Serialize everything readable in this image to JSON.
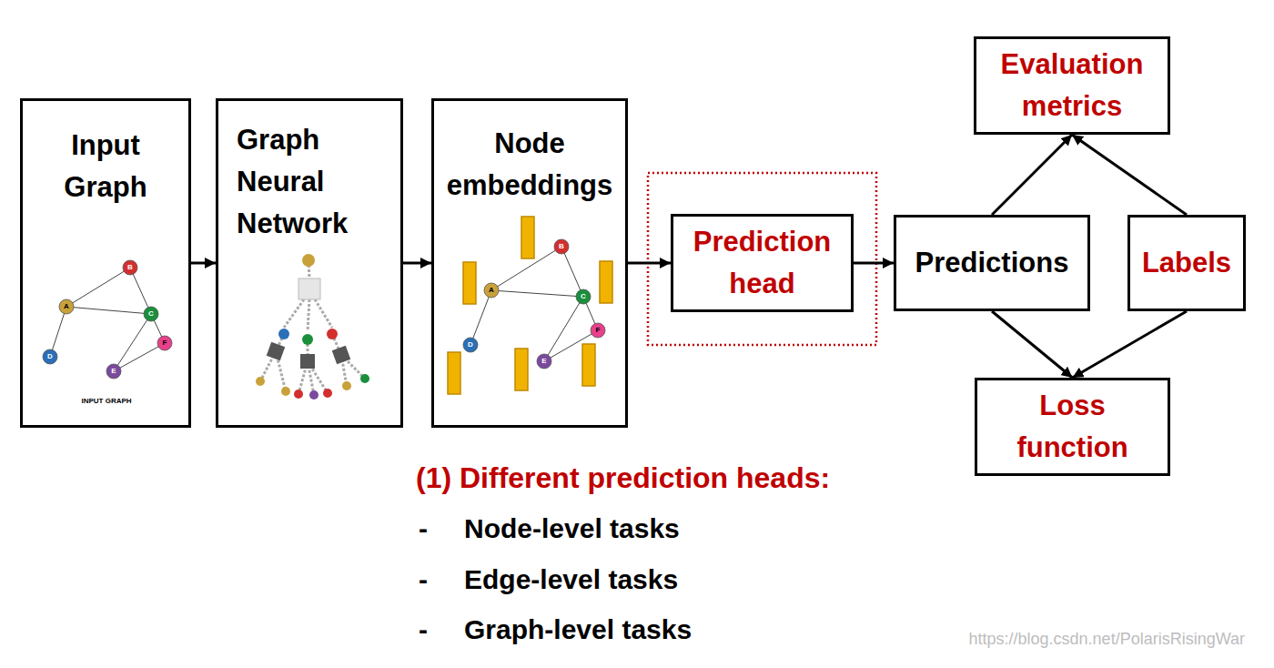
{
  "diagram": {
    "nodes": [
      {
        "text": [
          "Input Graph"
        ]
      },
      {
        "text": [
          "Graph Neural Network"
        ]
      },
      {
        "text": [
          "Node embeddings"
        ]
      },
      {
        "text": [
          "Prediction head"
        ]
      },
      {
        "text": [
          "Evaluation metrics"
        ]
      },
      {
        "text": [
          "Predictions"
        ]
      },
      {
        "text": [
          "Labels"
        ]
      },
      {
        "text": [
          "Loss function"
        ]
      }
    ],
    "edges": [
      {
        "from": 0,
        "to": 1,
        "arrow": "to"
      },
      {
        "from": 1,
        "to": 2,
        "arrow": "to"
      },
      {
        "from": 2,
        "to": 3,
        "arrow": "to"
      },
      {
        "from": 3,
        "to": 5,
        "arrow": "to"
      },
      {
        "from": 5,
        "to": 4,
        "arrow": "to"
      },
      {
        "from": 6,
        "to": 4,
        "arrow": "to"
      },
      {
        "from": 5,
        "to": 7,
        "arrow": "to"
      },
      {
        "from": 6,
        "to": 7,
        "arrow": "to"
      }
    ],
    "labels": [
      "A",
      "B",
      "C",
      "D",
      "E",
      "F",
      "INPUT GRAPH",
      "A",
      "B",
      "C",
      "D",
      "E",
      "F",
      "(1) Different prediction heads:",
      "-",
      "Node-level tasks",
      "-",
      "Edge-level tasks",
      "-",
      "Graph-level tasks",
      "https://blog.csdn.net/PolarisRisingWar"
    ]
  }
}
